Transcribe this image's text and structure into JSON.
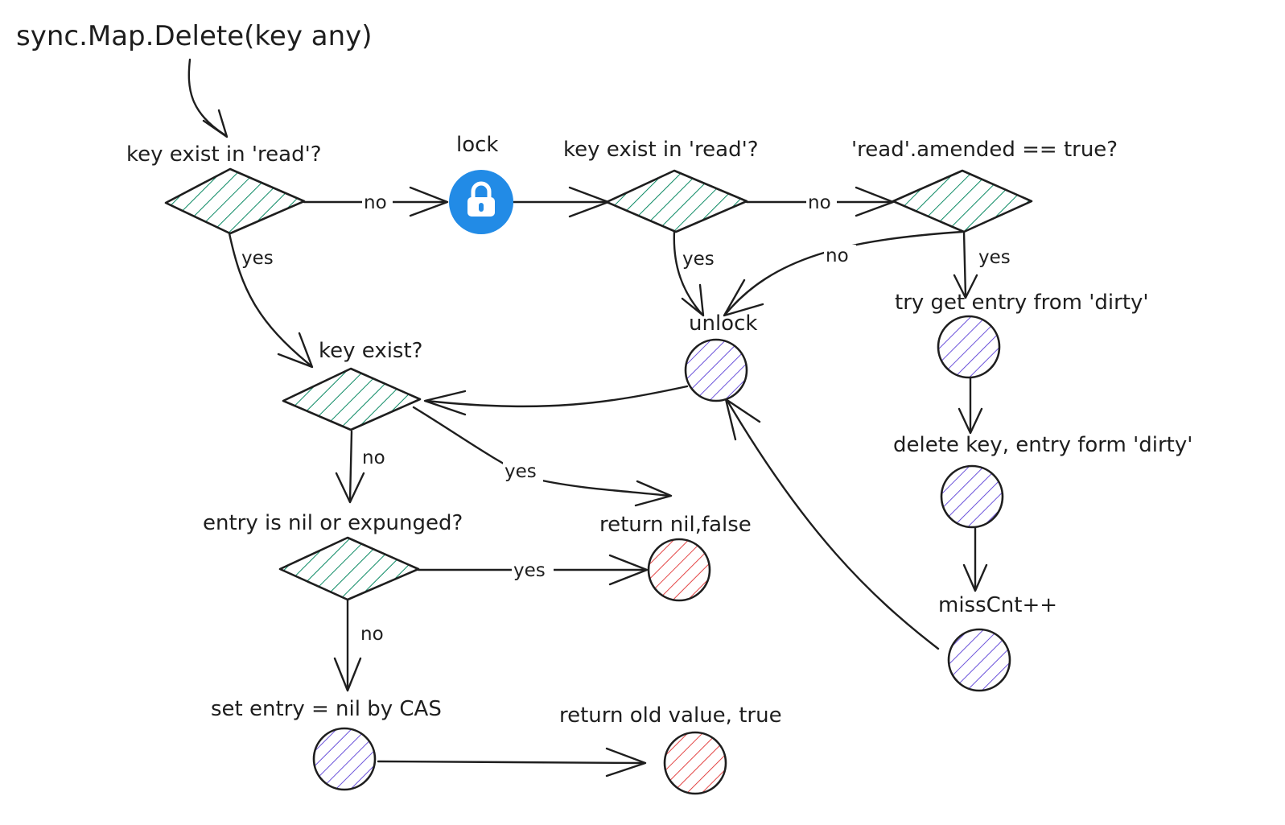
{
  "title": "sync.Map.Delete(key any)",
  "colors": {
    "decision_hatch": "#0c8a64",
    "action_hatch": "#5b3fd6",
    "return_hatch": "#e03131",
    "lock_fill": "#228be6",
    "stroke": "#1e1e1e"
  },
  "nodes": {
    "check_read_1": {
      "label": "key exist in 'read'?",
      "kind": "decision"
    },
    "lock": {
      "label": "lock",
      "kind": "lock",
      "icon": "lock-icon"
    },
    "check_read_2": {
      "label": "key exist in 'read'?",
      "kind": "decision"
    },
    "check_amended": {
      "label": "'read'.amended == true?",
      "kind": "decision"
    },
    "unlock": {
      "label": "unlock",
      "kind": "action"
    },
    "key_exist": {
      "label": "key exist?",
      "kind": "decision"
    },
    "try_dirty": {
      "label": "try get entry from 'dirty'",
      "kind": "action"
    },
    "delete_dirty": {
      "label": "delete key, entry form 'dirty'",
      "kind": "action"
    },
    "miss_cnt": {
      "label": "missCnt++",
      "kind": "action"
    },
    "entry_nil": {
      "label": "entry is nil or expunged?",
      "kind": "decision"
    },
    "return_nil_false": {
      "label": "return nil,false",
      "kind": "return"
    },
    "set_nil_cas": {
      "label": "set entry = nil by CAS",
      "kind": "action"
    },
    "return_old_true": {
      "label": "return old value, true",
      "kind": "return"
    }
  },
  "edges": {
    "e1": {
      "label": "no"
    },
    "e2": {
      "label": "yes"
    },
    "e3": {
      "label": "no"
    },
    "e4": {
      "label": "yes"
    },
    "e5": {
      "label": "no"
    },
    "e6": {
      "label": "yes"
    },
    "e7": {
      "label": "no"
    },
    "e8": {
      "label": "yes"
    },
    "e9": {
      "label": "yes"
    },
    "e10": {
      "label": "no"
    }
  }
}
